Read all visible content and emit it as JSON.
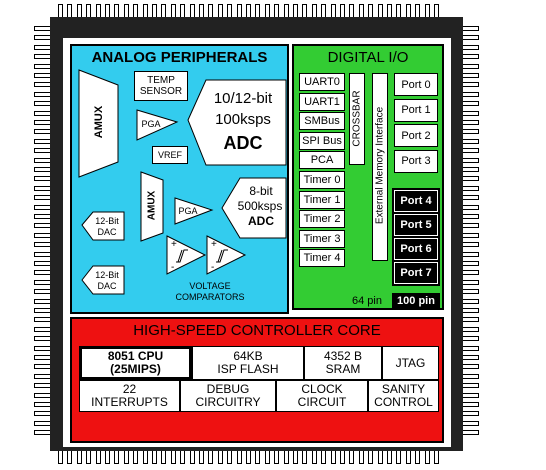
{
  "analog": {
    "title": "ANALOG PERIPHERALS",
    "amux": "AMUX",
    "temp_sensor_1": "TEMP",
    "temp_sensor_2": "SENSOR",
    "pga": "PGA",
    "vref": "VREF",
    "adc1_line1": "10/12-bit",
    "adc1_line2": "100ksps",
    "adc1_line3": "ADC",
    "adc2_line1": "8-bit",
    "adc2_line2": "500ksps",
    "adc2_line3": "ADC",
    "dac_line1": "12-Bit",
    "dac_line2": "DAC",
    "comparators_line1": "VOLTAGE",
    "comparators_line2": "COMPARATORS"
  },
  "digital": {
    "title": "DIGITAL I/O",
    "peripherals": [
      "UART0",
      "UART1",
      "SMBus",
      "SPI Bus",
      "PCA",
      "Timer 0",
      "Timer 1",
      "Timer 2",
      "Timer 3",
      "Timer 4"
    ],
    "crossbar": "CROSSBAR",
    "emif": "External Memory Interface",
    "ports_light": [
      "Port 0",
      "Port 1",
      "Port 2",
      "Port 3"
    ],
    "ports_dark": [
      "Port 4",
      "Port 5",
      "Port 6",
      "Port 7"
    ],
    "pin64": "64 pin",
    "pin100": "100 pin"
  },
  "core": {
    "title": "HIGH-SPEED CONTROLLER CORE",
    "cpu_line1": "8051 CPU",
    "cpu_line2": "(25MIPS)",
    "flash_line1": "64KB",
    "flash_line2": "ISP FLASH",
    "sram_line1": "4352 B",
    "sram_line2": "SRAM",
    "jtag": "JTAG",
    "interrupts_line1": "22",
    "interrupts_line2": "INTERRUPTS",
    "debug_line1": "DEBUG",
    "debug_line2": "CIRCUITRY",
    "clock_line1": "CLOCK",
    "clock_line2": "CIRCUIT",
    "sanity_line1": "SANITY",
    "sanity_line2": "CONTROL"
  },
  "colors": {
    "analog_bg": "#33ccee",
    "digital_bg": "#33cc33",
    "core_bg": "#ee1111",
    "chip_body": "#222222"
  }
}
